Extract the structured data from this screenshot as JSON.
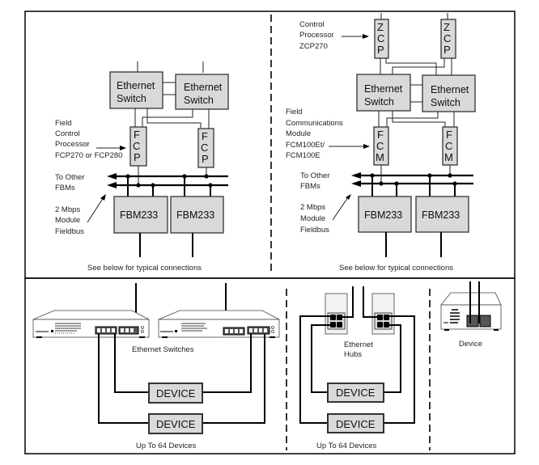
{
  "top_left": {
    "switch_1": [
      "Ethernet",
      "Switch"
    ],
    "switch_2": [
      "Ethernet",
      "Switch"
    ],
    "fcp_letters": [
      "F",
      "C",
      "P"
    ],
    "fcp_label": [
      "Field",
      "Control",
      "Processor",
      "FCP270 or FCP280"
    ],
    "to_other": [
      "To Other",
      "FBMs"
    ],
    "fieldbus_label": [
      "2 Mbps",
      "Module",
      "Fieldbus"
    ],
    "fbm_1": "FBM233",
    "fbm_2": "FBM233",
    "footer": "See below for typical connections"
  },
  "top_right": {
    "zcp_letters": [
      "Z",
      "C",
      "P"
    ],
    "zcp_label": [
      "Control",
      "Processor",
      "ZCP270"
    ],
    "switch_1": [
      "Ethernet",
      "Switch"
    ],
    "switch_2": [
      "Ethernet",
      "Switch"
    ],
    "fcm_letters": [
      "F",
      "C",
      "M"
    ],
    "fcm_label": [
      "Field",
      "Communications",
      "Module",
      "FCM100Et/",
      "FCM100E"
    ],
    "to_other": [
      "To Other",
      "FBMs"
    ],
    "fieldbus_label": [
      "2 Mbps",
      "Module",
      "Fieldbus"
    ],
    "fbm_1": "FBM233",
    "fbm_2": "FBM233",
    "footer": "See below for typical connections"
  },
  "bottom_left": {
    "caption": "Ethernet Switches",
    "device_1": "DEVICE",
    "device_2": "DEVICE",
    "footer": "Up To 64 Devices"
  },
  "bottom_middle": {
    "caption": [
      "Ethernet",
      "Hubs"
    ],
    "device_1": "DEVICE",
    "device_2": "DEVICE",
    "footer": "Up To 64 Devices"
  },
  "bottom_right": {
    "caption": "Device"
  }
}
